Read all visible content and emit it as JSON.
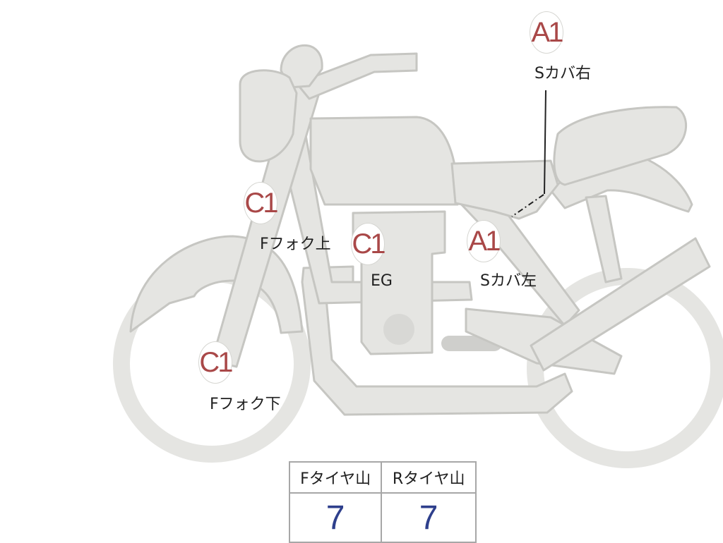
{
  "markers": [
    {
      "id": "s-cover-right",
      "code": "A1",
      "label": "Sカバ右"
    },
    {
      "id": "f-fork-upper",
      "code": "C1",
      "label": "Fフォク上"
    },
    {
      "id": "engine",
      "code": "C1",
      "label": "EG"
    },
    {
      "id": "s-cover-left",
      "code": "A1",
      "label": "Sカバ左"
    },
    {
      "id": "f-fork-lower",
      "code": "C1",
      "label": "Fフォク下"
    }
  ],
  "tire_table": {
    "headers": [
      "Fタイヤ山",
      "Rタイヤ山"
    ],
    "values": [
      "7",
      "7"
    ]
  },
  "colors": {
    "bike_fill": "#e5e5e2",
    "bike_outline": "#c6c6c2",
    "marker_code": "#a94848",
    "value_text": "#2e3f8c"
  }
}
